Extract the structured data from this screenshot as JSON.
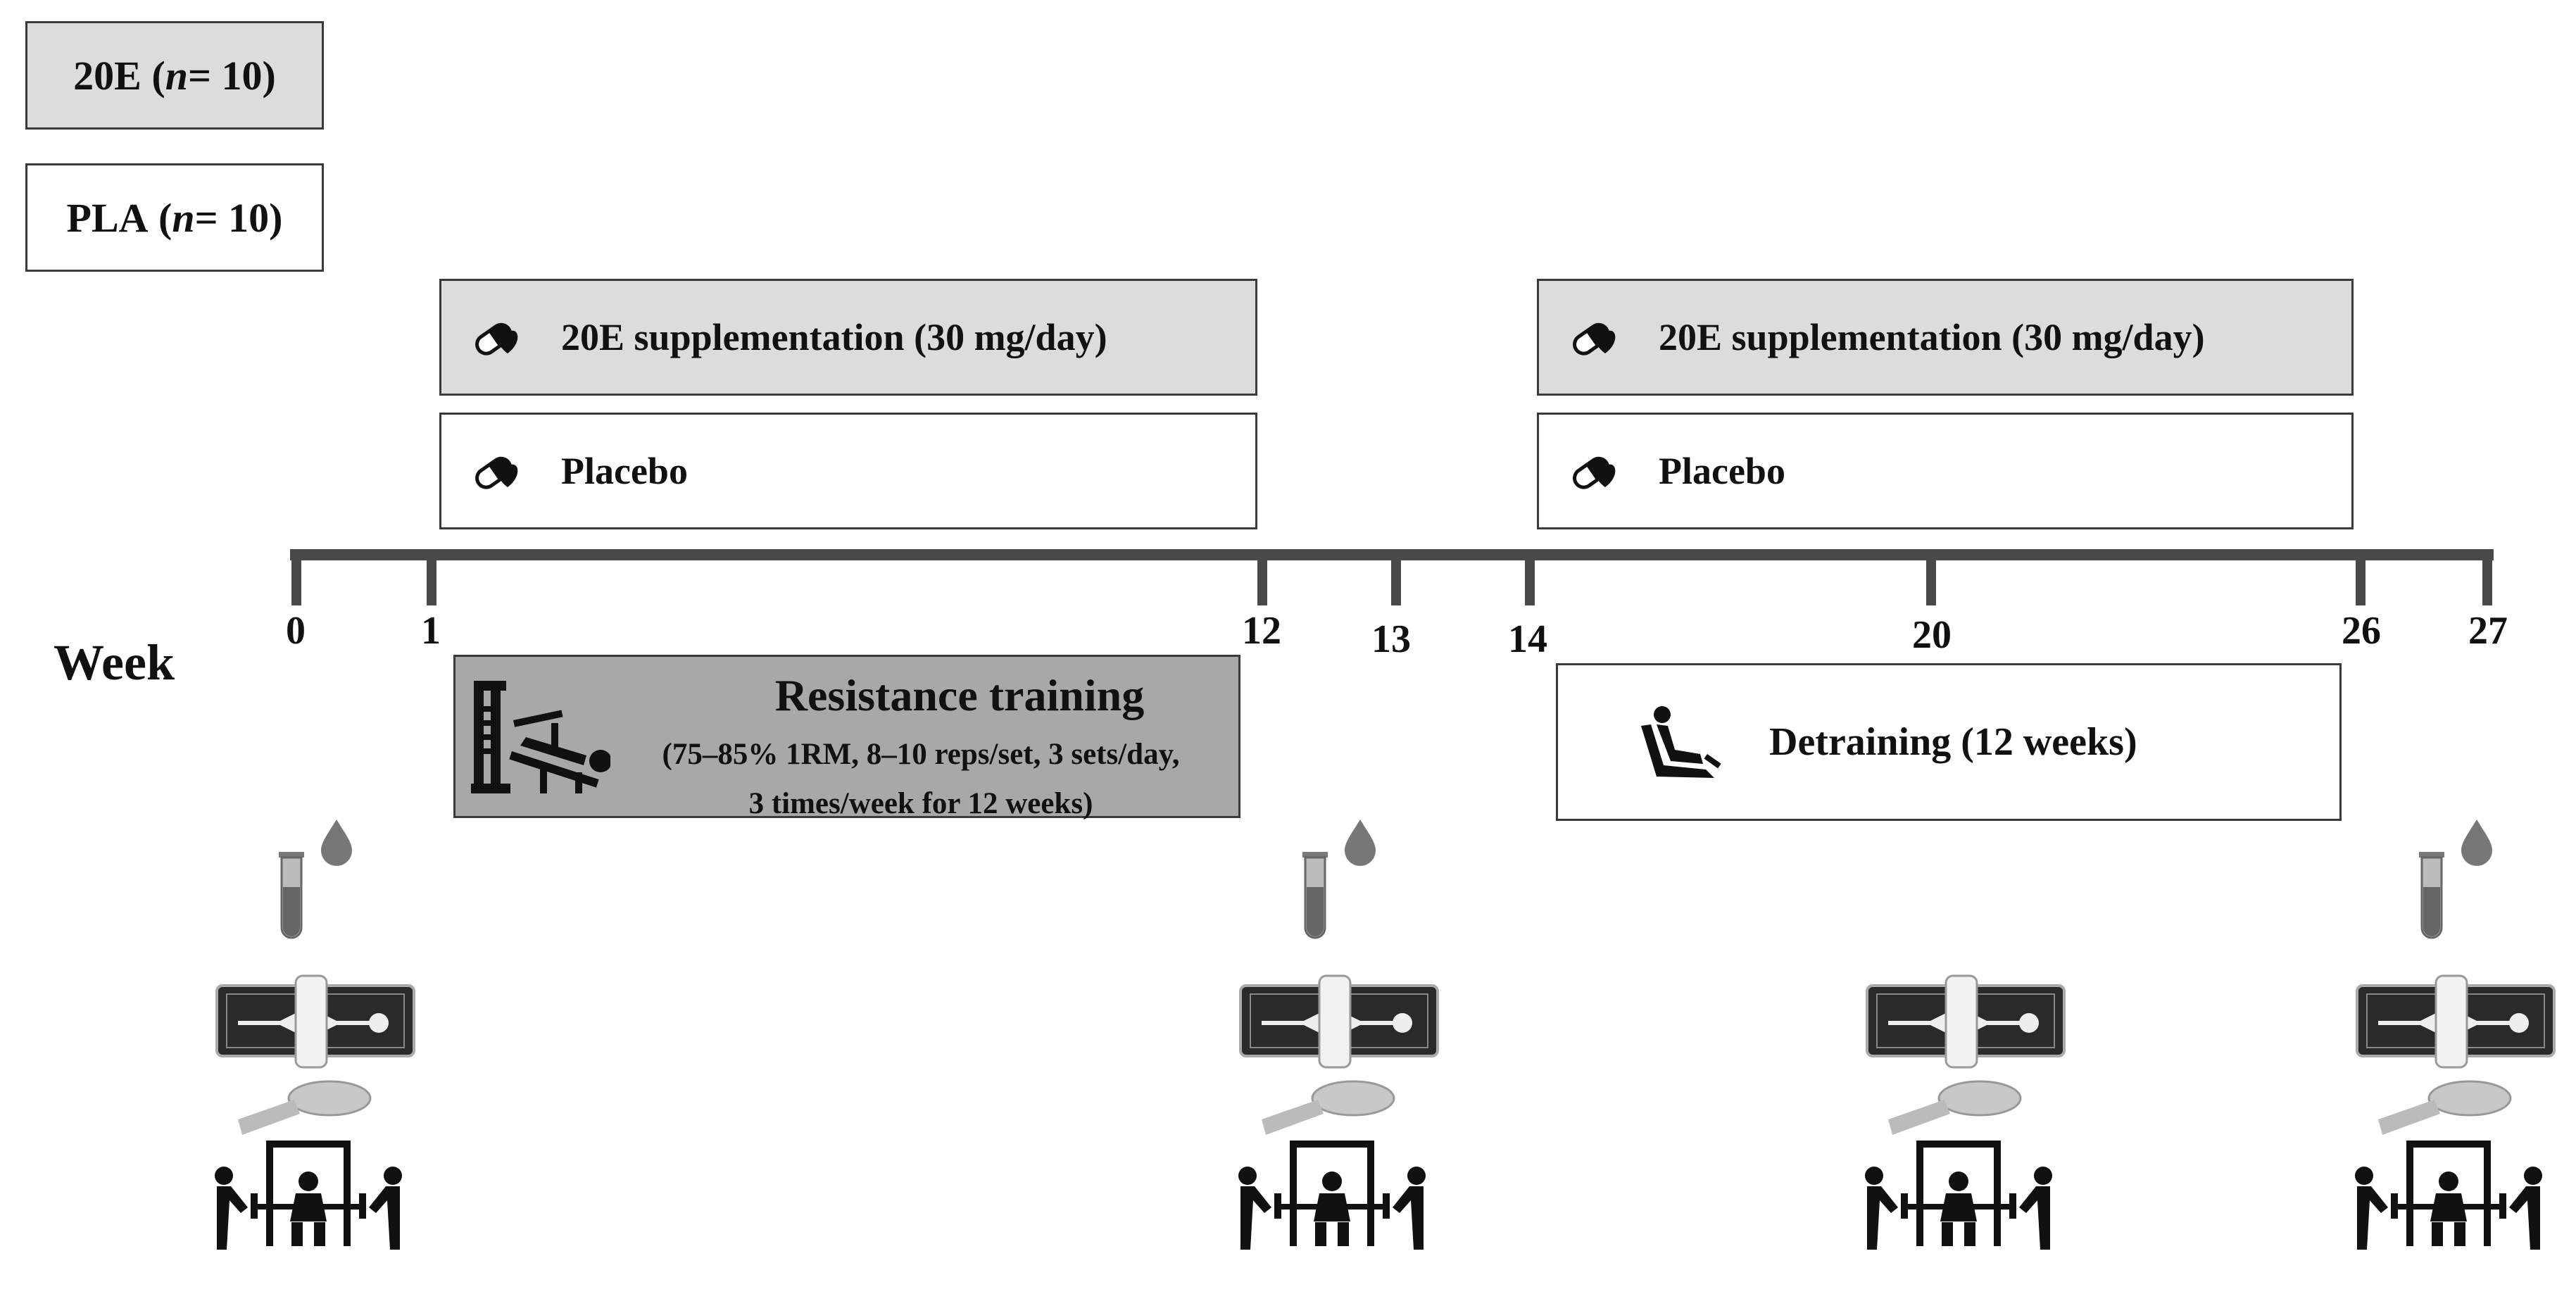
{
  "groups": {
    "treatment": {
      "name": "20E",
      "n_prefix": "(",
      "n_var": "n",
      "n_suffix": " = 10)"
    },
    "placebo": {
      "name": "PLA",
      "n_prefix": "(",
      "n_var": "n",
      "n_suffix": " = 10)"
    }
  },
  "phases": {
    "supp1": "20E supplementation (30 mg/day)",
    "placebo1": "Placebo",
    "supp2": "20E supplementation (30 mg/day)",
    "placebo2": "Placebo"
  },
  "timeline": {
    "label": "Week",
    "ticks": [
      "0",
      "1",
      "12",
      "13",
      "14",
      "20",
      "26",
      "27"
    ]
  },
  "resistance_training": {
    "title": "Resistance training",
    "line1": "(75–85% 1RM, 8–10 reps/set, 3 sets/day,",
    "line2": "3 times/week for 12 weeks)"
  },
  "detraining": {
    "label": "Detraining (12 weeks)"
  },
  "colors": {
    "treatment_fill": "#dcdcdc",
    "training_fill": "#a8a8a8",
    "axis": "#4a4a4a"
  },
  "icons": [
    "capsule-icon",
    "weight-machine-icon",
    "recliner-icon",
    "blood-tube-icon",
    "blood-drop-icon",
    "body-scan-icon",
    "tape-measure-icon",
    "strength-test-icon"
  ]
}
